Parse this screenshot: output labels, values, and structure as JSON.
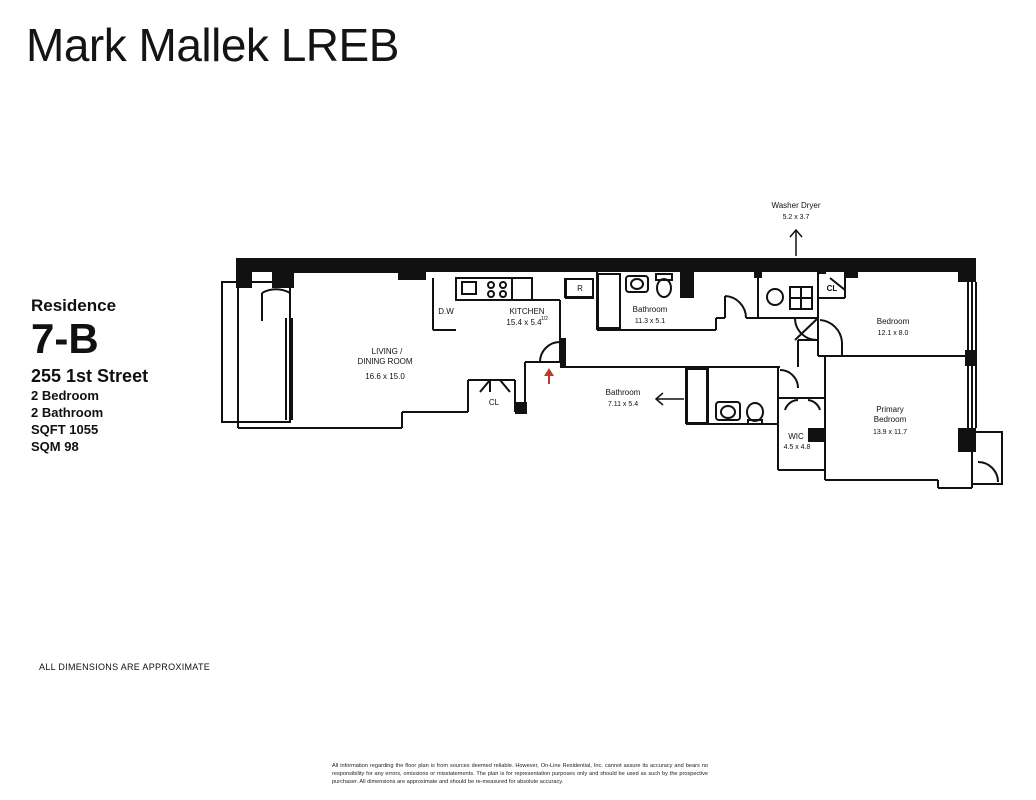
{
  "brand": "Mark Mallek LREB",
  "listing": {
    "residence_label": "Residence",
    "unit": "7-B",
    "address": "255 1st Street",
    "bedrooms": "2 Bedroom",
    "bathrooms": "2 Bathroom",
    "sqft": "SQFT 1055",
    "sqm": "SQM 98"
  },
  "rooms": {
    "living_name_1": "LIVING /",
    "living_name_2": "DINING ROOM",
    "living_dim": "16.6 x 15.0",
    "kitchen_name": "KITCHEN",
    "kitchen_dim": "15.4 x 5.4",
    "kitchen_dim_sup": "1/2",
    "dw": "D.W",
    "fridge": "R",
    "closet_living": "CL",
    "bath1_name": "Bathroom",
    "bath1_dim": "11.3 x 5.1",
    "bath2_name": "Bathroom",
    "bath2_dim": "7.11 x 5.4",
    "washer_name": "Washer Dryer",
    "washer_dim": "5.2 x 3.7",
    "closet_bedroom": "CL",
    "bedroom_name": "Bedroom",
    "bedroom_dim": "12.1 x 8.0",
    "primary_name_1": "Primary",
    "primary_name_2": "Bedroom",
    "primary_dim": "13.9 x 11.7",
    "wic_name": "WIC",
    "wic_dim": "4.5 x 4.8"
  },
  "approximate_note": "ALL DIMENSIONS ARE APPROXIMATE",
  "disclaimer": "All information regarding the floor plan is from sources deemed reliable. However, On-Line Residential, Inc. cannot assure its accuracy and bears no responsibility for any errors, omissions or misstatements. The plan is for representation purposes only and should be used as such by the prospective purchaser. All dimensions are approximate and should be re-measured for absolute accuracy.",
  "colors": {
    "wall": "#111111",
    "entry_arrow": "#c0392b"
  }
}
